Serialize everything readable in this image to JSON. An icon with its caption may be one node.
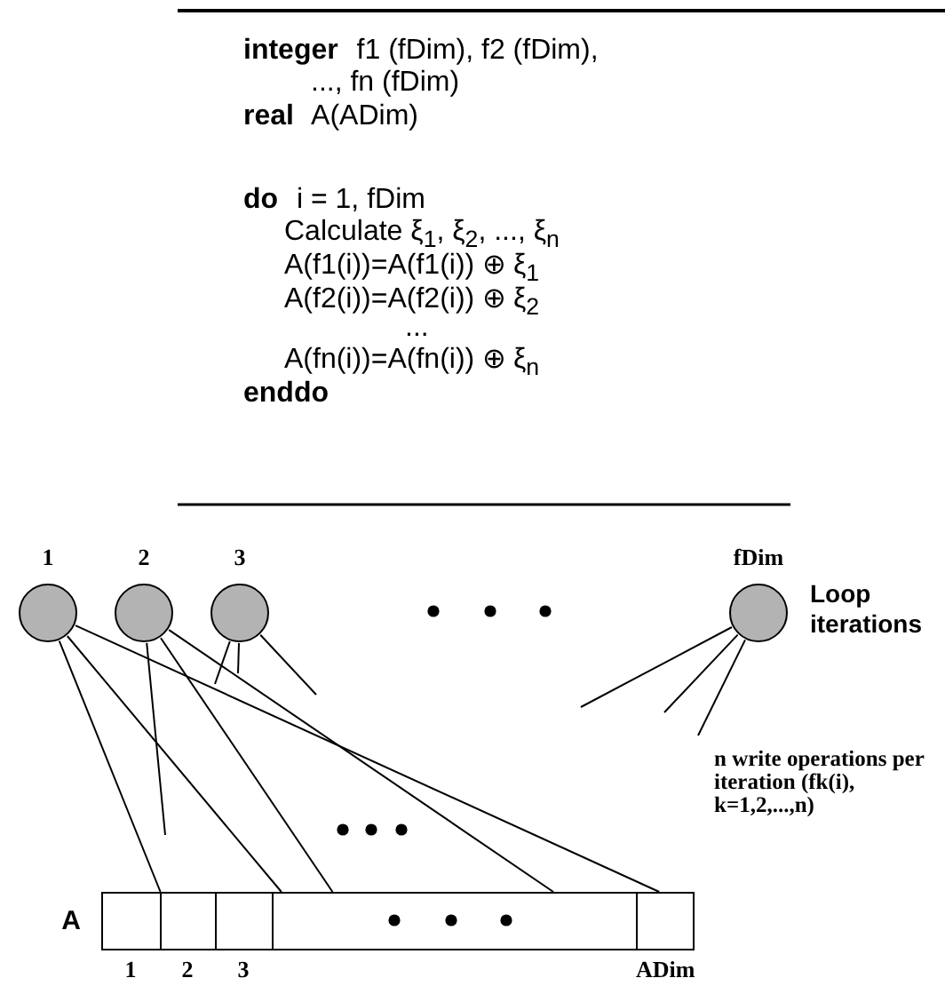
{
  "diagram": {
    "nodes": [
      {
        "text": [
          "1"
        ]
      },
      {
        "text": [
          "2"
        ]
      },
      {
        "text": [
          "3"
        ]
      },
      {
        "text": [
          "fDim"
        ]
      },
      {
        "text": [
          "A"
        ]
      },
      {
        "text": [
          "1"
        ],
        "in": 4
      },
      {
        "text": [
          "2"
        ],
        "in": 4
      },
      {
        "text": [
          "3"
        ],
        "in": 4
      },
      {
        "text": [],
        "shape": "box",
        "in": 4
      },
      {
        "text": [
          "ADim"
        ],
        "in": 4
      }
    ],
    "edges": [
      {
        "from": 0,
        "to": 6,
        "arrow": "none"
      },
      {
        "from": 0,
        "to": 7,
        "arrow": "none"
      },
      {
        "from": 0,
        "to": 8,
        "arrow": "none"
      },
      {
        "from": 1,
        "to": null,
        "arrow": "none"
      },
      {
        "from": 1,
        "to": 8,
        "arrow": "none"
      },
      {
        "from": 1,
        "to": 8,
        "arrow": "none"
      },
      {
        "from": 2,
        "to": null,
        "arrow": "none"
      },
      {
        "from": 2,
        "to": null,
        "arrow": "none"
      },
      {
        "from": 2,
        "to": null,
        "arrow": "none"
      },
      {
        "from": 3,
        "to": null,
        "arrow": "none"
      },
      {
        "from": 3,
        "to": null,
        "arrow": "none"
      },
      {
        "from": 3,
        "to": null,
        "arrow": "none"
      }
    ],
    "labels": [
      "**integer** f1 (fDim), f2 (fDim),",
      "..., fn (fDim)",
      "**real** A(ADim)",
      "**do** i = 1, fDim",
      "Calculate ξ$_{1}$, ξ$_{2}$, ..., ξ$_{n}$",
      "A(f1(i))=A(f1(i)) ⊕ ξ$_{1}$",
      "A(f2(i))=A(f2(i)) ⊕ ξ$_{2}$",
      "...",
      "A(fn(i))=A(fn(i)) ⊕ ξ$_{n}$",
      "**enddo**",
      "Loop iterations",
      "n write operations per iteration (fk(i), k=1,2,...,n)"
    ]
  }
}
